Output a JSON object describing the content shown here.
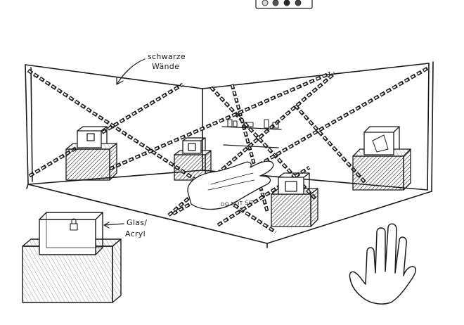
{
  "annotations": {
    "walls_label_line1": "schwarze",
    "walls_label_line2": "Wände",
    "material_label_line1": "Glas/",
    "material_label_line2": "Acryl",
    "sign_text": "DO NOT SIT"
  },
  "colors": {
    "ink": "#1a1a1a",
    "paper": "#ffffff",
    "swatch_1": "#d9d9d9",
    "swatch_2": "#555555",
    "swatch_3": "#2a2a2a",
    "swatch_4": "#444444"
  },
  "icons": {
    "hand": "hand-sketch-icon",
    "lock": "lock-icon"
  }
}
